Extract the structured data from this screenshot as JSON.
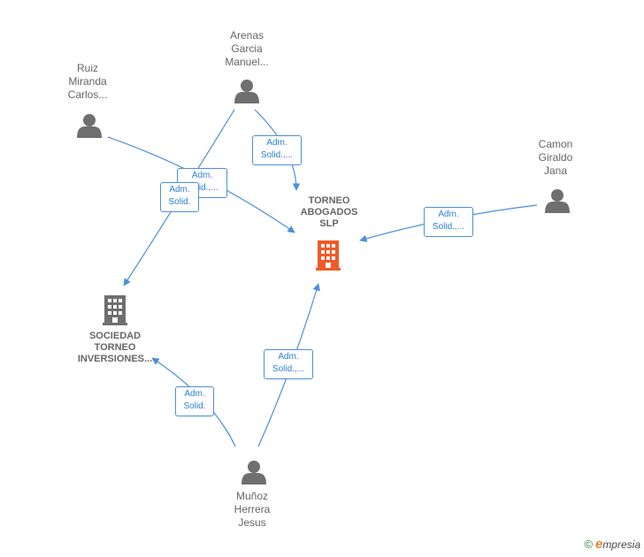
{
  "colors": {
    "edge": "#4a90d9",
    "person": "#6f6f6f",
    "company": "#6f6f6f",
    "main_company": "#f05a28"
  },
  "nodes": {
    "arenas": {
      "lines": [
        "Arenas",
        "Garcia",
        "Manuel..."
      ]
    },
    "ruiz": {
      "lines": [
        "Ruiz",
        "Miranda",
        "Carlos..."
      ]
    },
    "camon": {
      "lines": [
        "Camon",
        "Giraldo",
        "Jana"
      ]
    },
    "munoz": {
      "lines": [
        "Muñoz",
        "Herrera",
        "Jesus"
      ]
    },
    "torneo_abogados": {
      "lines": [
        "TORNEO",
        "ABOGADOS",
        "SLP"
      ]
    },
    "sociedad_torneo": {
      "lines": [
        "SOCIEDAD",
        "TORNEO",
        "INVERSIONES..."
      ]
    }
  },
  "edges": {
    "arenas_abogados": {
      "lines": [
        "Adm.",
        "Solid.,..."
      ]
    },
    "ruiz_abogados": {
      "lines": [
        "Adm.",
        "Solid.,..."
      ]
    },
    "arenas_sociedad": {
      "lines": [
        "Adm.",
        "Solid."
      ]
    },
    "camon_abogados": {
      "lines": [
        "Adm.",
        "Solid.,..."
      ]
    },
    "munoz_abogados": {
      "lines": [
        "Adm.",
        "Solid.,..."
      ]
    },
    "munoz_sociedad": {
      "lines": [
        "Adm.",
        "Solid."
      ]
    }
  },
  "brand": {
    "copyright": "©",
    "initial": "e",
    "rest": "mpresia"
  }
}
